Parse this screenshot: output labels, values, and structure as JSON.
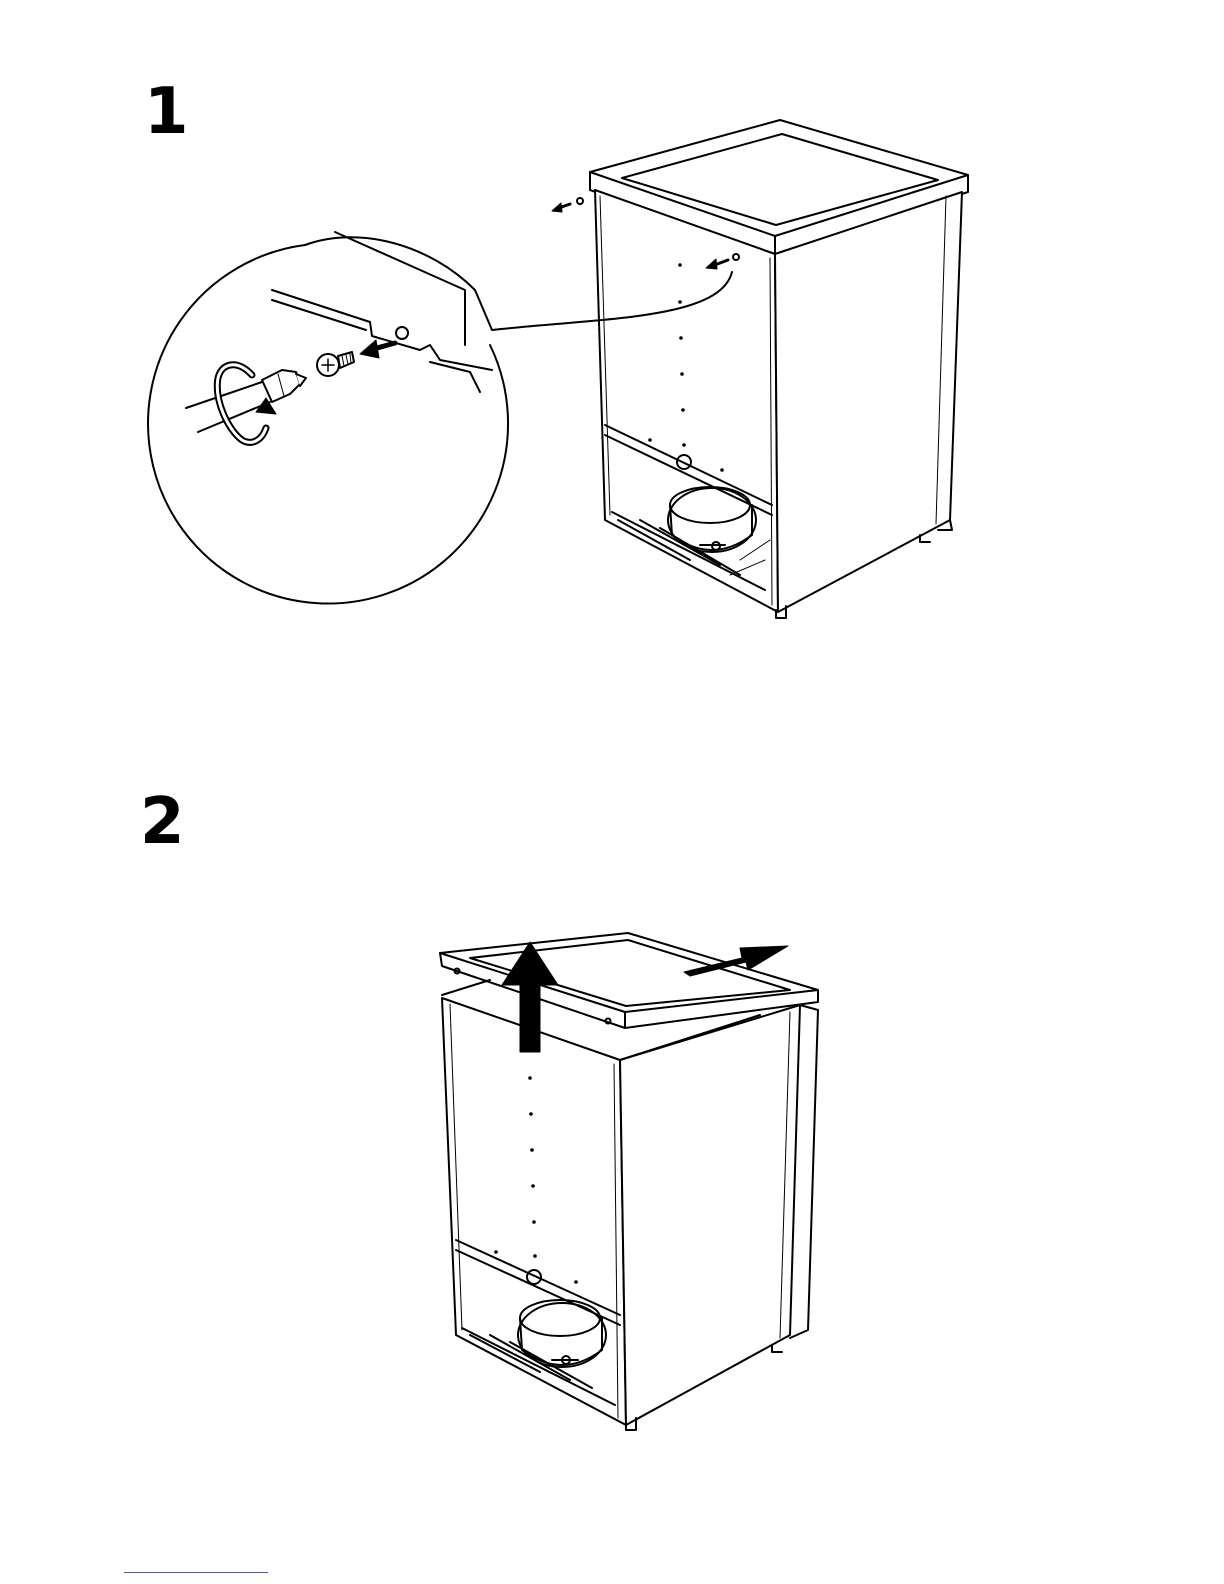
{
  "steps": [
    {
      "number": "1"
    },
    {
      "number": "2"
    }
  ],
  "colors": {
    "ink": "#000000",
    "paper": "#ffffff",
    "footer_rule": "#4a5aa8"
  },
  "icons": [
    "refrigerator-back-illustration",
    "screwdriver-icon",
    "screw-icon",
    "rotate-arrow-icon",
    "remove-arrow-icon",
    "lift-arrow-icon",
    "slide-arrow-icon"
  ]
}
